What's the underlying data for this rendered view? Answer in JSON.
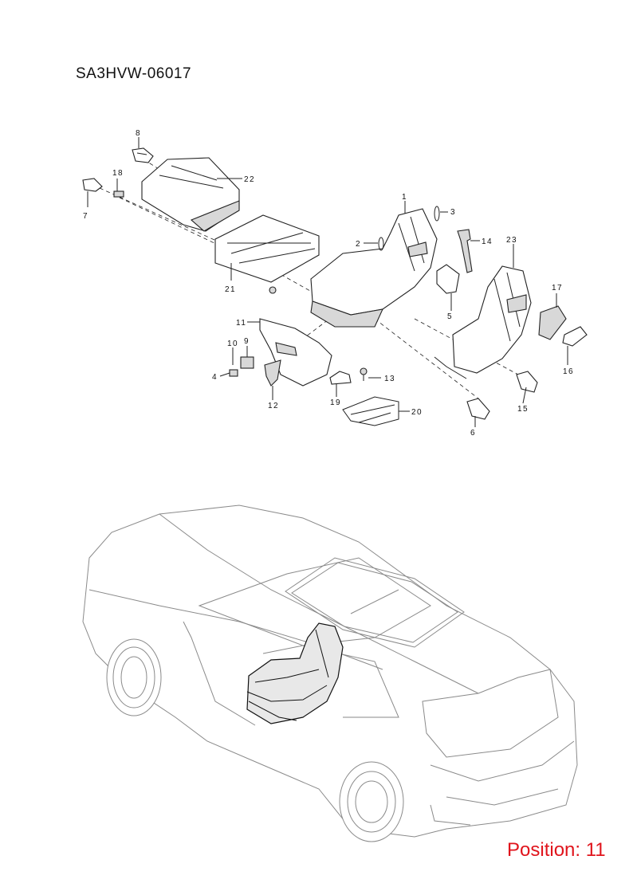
{
  "diagram_id": "SA3HVW-06017",
  "position_label": "Position: 11",
  "callouts": {
    "c1": "1",
    "c2": "2",
    "c3": "3",
    "c4": "4",
    "c5": "5",
    "c6": "6",
    "c7": "7",
    "c8": "8",
    "c9": "9",
    "c10": "10",
    "c11": "11",
    "c12": "12",
    "c13": "13",
    "c14": "14",
    "c15": "15",
    "c16": "16",
    "c17": "17",
    "c18": "18",
    "c19": "19",
    "c20": "20",
    "c21": "21",
    "c22": "22",
    "c23": "23"
  },
  "colors": {
    "position_text": "#e0141c",
    "line": "#222222",
    "car_outline": "#8a8a8a"
  }
}
